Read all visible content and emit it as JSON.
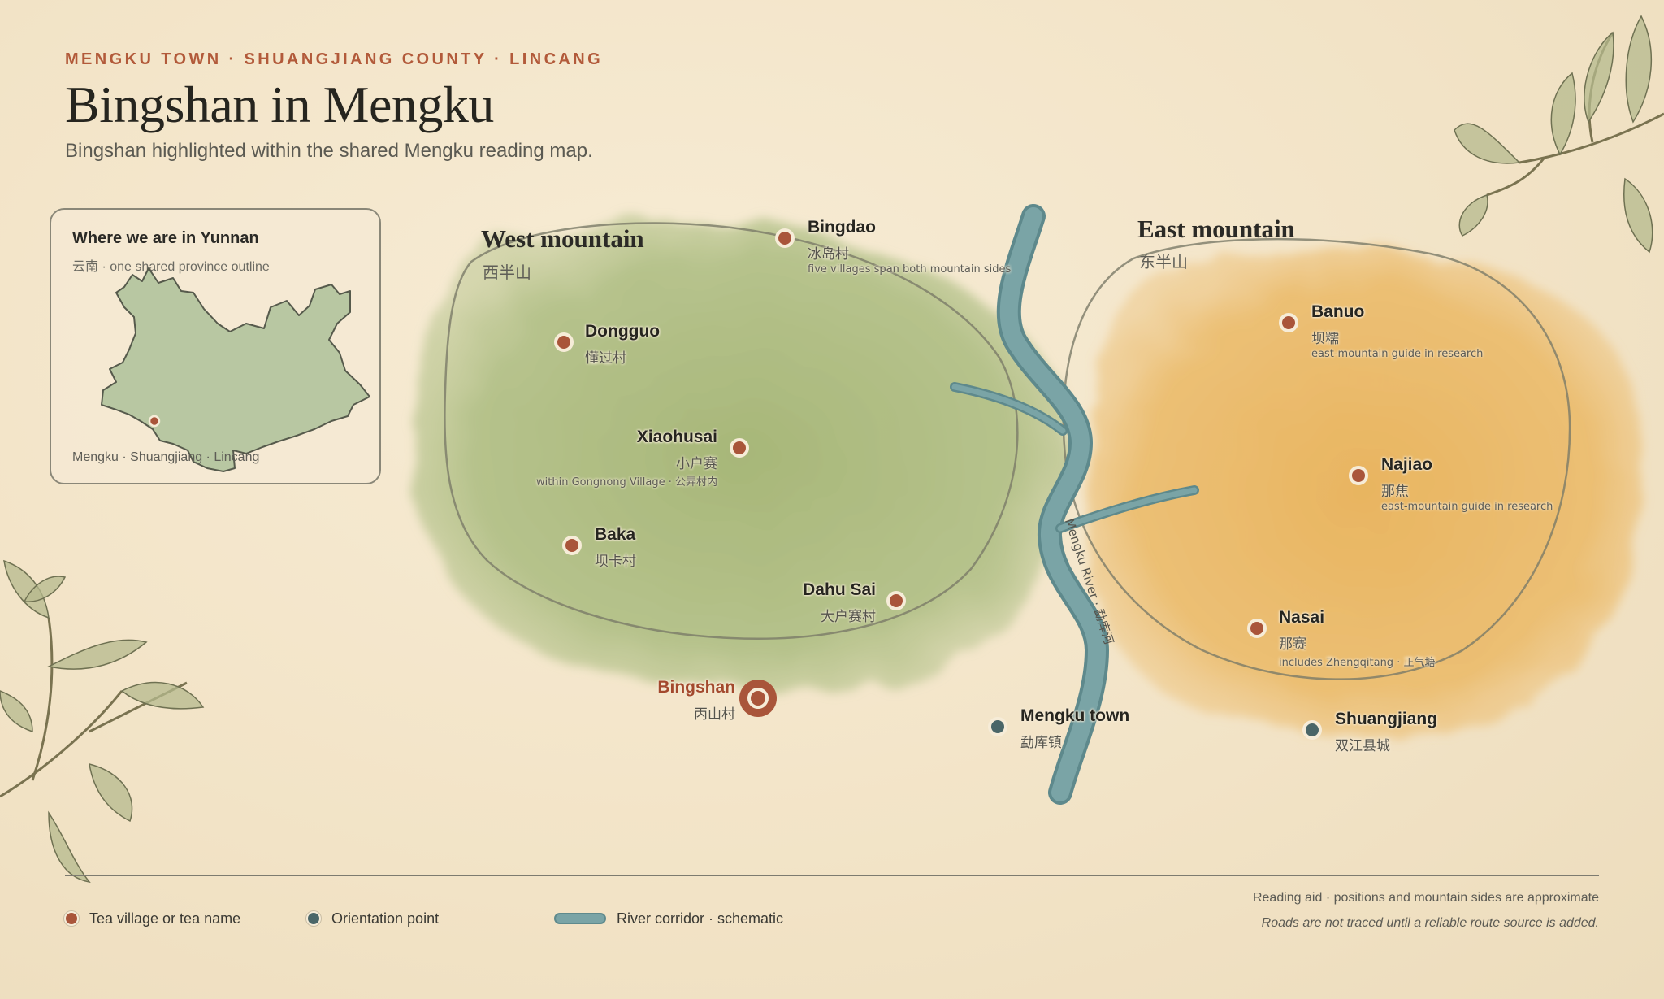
{
  "header": {
    "kicker": "MENGKU TOWN · SHUANGJIANG COUNTY · LINCANG",
    "title": "Bingshan in Mengku",
    "subtitle": "Bingshan highlighted within the shared Mengku reading map."
  },
  "inset": {
    "title": "Where we are in Yunnan",
    "subtitle": "云南 · one shared province outline",
    "footer": "Mengku · Shuangjiang · Lincang"
  },
  "regions": {
    "west": {
      "name": "West mountain",
      "name_cn": "西半山"
    },
    "east": {
      "name": "East mountain",
      "name_cn": "东半山"
    }
  },
  "river": {
    "label": "Mengku River · 勐库河"
  },
  "villages": {
    "bingdao": {
      "name": "Bingdao",
      "name_cn": "冰岛村",
      "note": "five villages span both mountain sides"
    },
    "dongguo": {
      "name": "Dongguo",
      "name_cn": "懂过村"
    },
    "xiaohusai": {
      "name": "Xiaohusai",
      "name_cn": "小户赛",
      "note": "within Gongnong Village · 公弄村内"
    },
    "baka": {
      "name": "Baka",
      "name_cn": "坝卡村"
    },
    "dahusai": {
      "name": "Dahu Sai",
      "name_cn": "大户赛村"
    },
    "bingshan": {
      "name": "Bingshan",
      "name_cn": "丙山村"
    },
    "banuo": {
      "name": "Banuo",
      "name_cn": "坝糯",
      "note": "east-mountain guide in research"
    },
    "najiao": {
      "name": "Najiao",
      "name_cn": "那焦",
      "note": "east-mountain guide in research"
    },
    "nasai": {
      "name": "Nasai",
      "name_cn": "那赛",
      "note": "includes Zhengqitang · 正气塘"
    }
  },
  "orientation": {
    "mengku": {
      "name": "Mengku town",
      "name_cn": "勐库镇"
    },
    "shuangjiang": {
      "name": "Shuangjiang",
      "name_cn": "双江县城"
    }
  },
  "legend": {
    "village": "Tea village or tea name",
    "orientation": "Orientation point",
    "river": "River corridor · schematic"
  },
  "notes": {
    "line1": "Reading aid · positions and mountain sides are approximate",
    "line2": "Roads are not traced until a reliable route source is added."
  },
  "colors": {
    "village": "#a9553a",
    "orientation": "#4a6668",
    "river": "#7aa4a6",
    "west_fill": "#a9b97c",
    "east_fill": "#e9b55e",
    "accent": "#b25a3a"
  }
}
